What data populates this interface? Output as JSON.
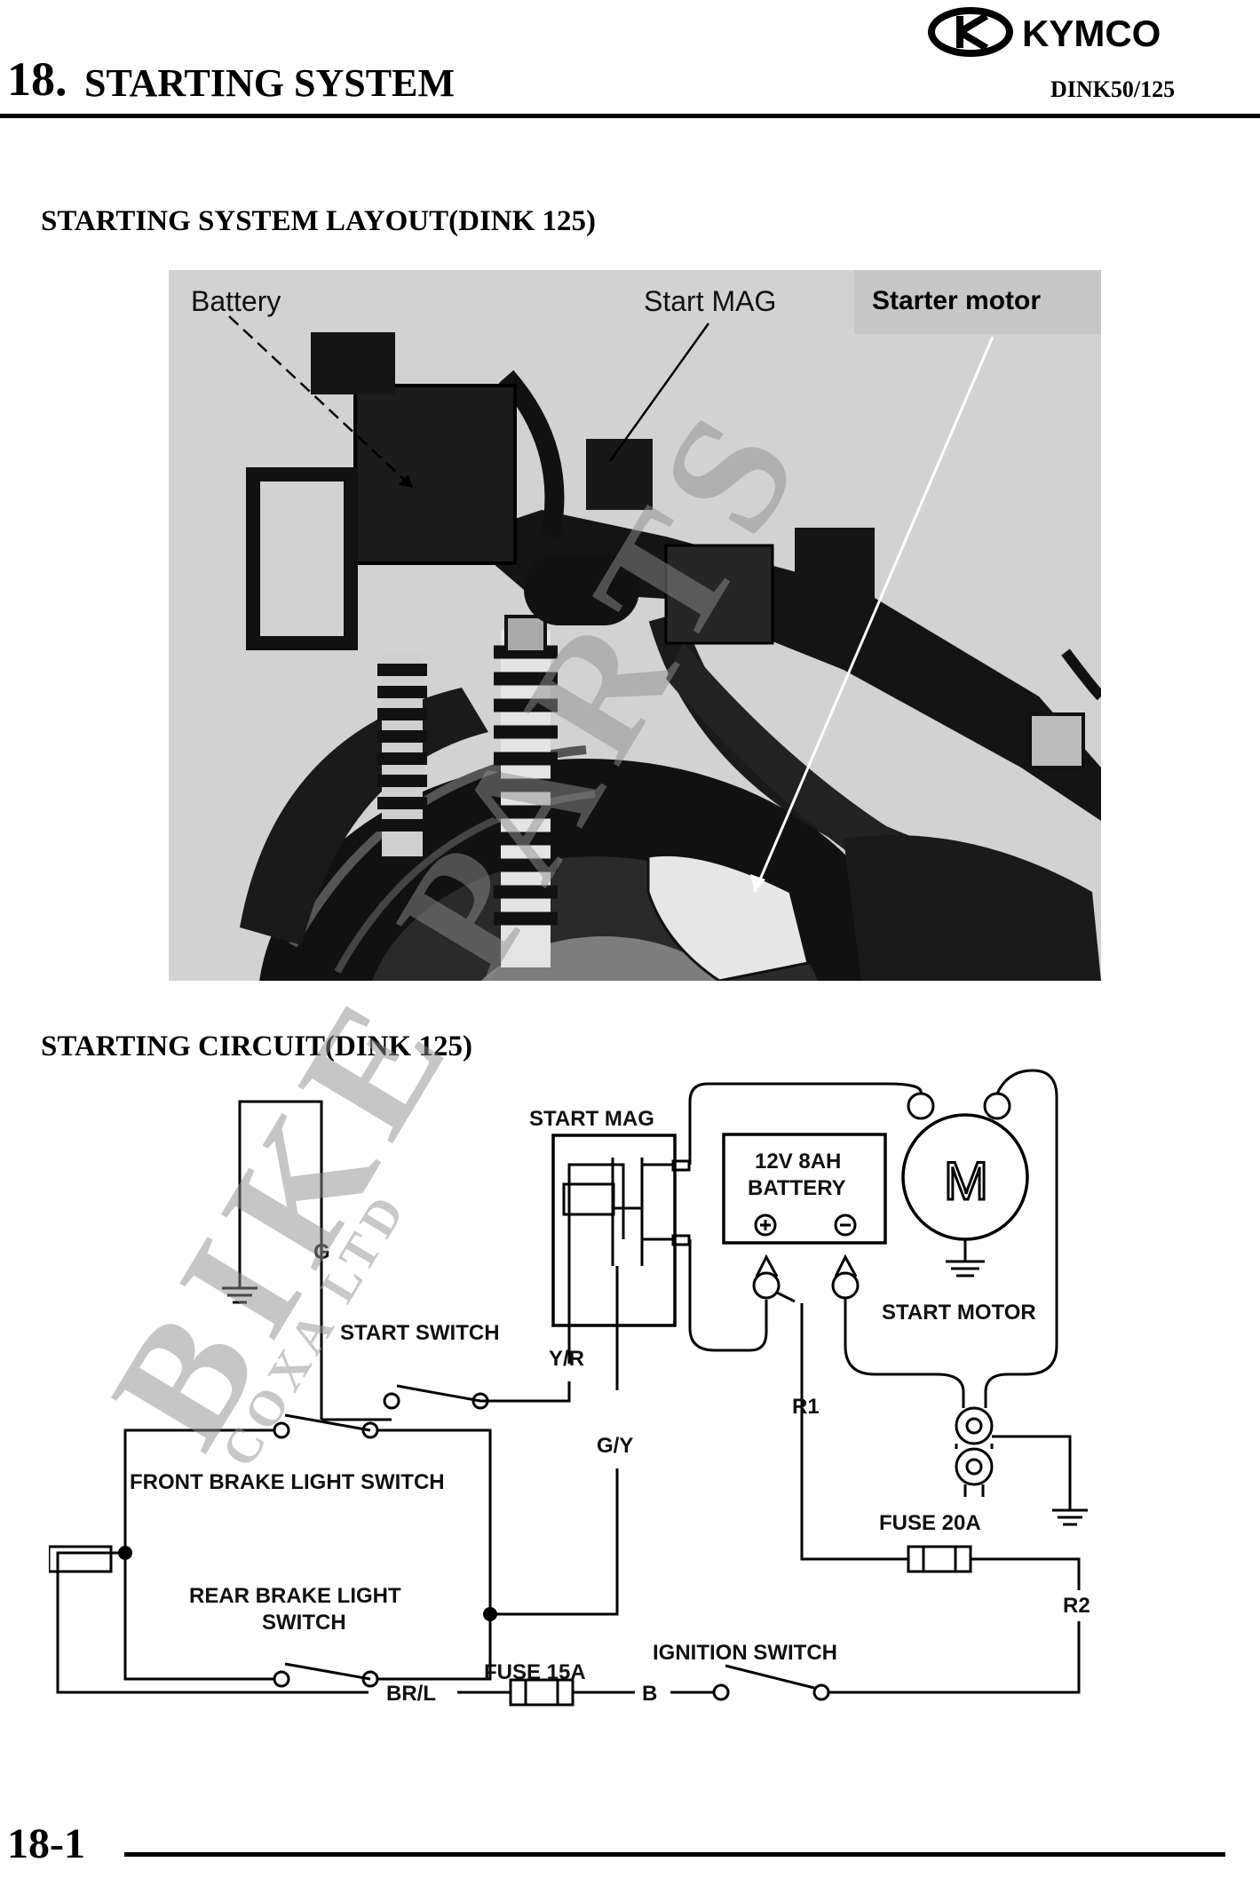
{
  "header": {
    "brand": "KYMCO",
    "chapter_number": "18.",
    "chapter_title": "STARTING SYSTEM",
    "model": "DINK50/125"
  },
  "layout_section": {
    "title": "STARTING SYSTEM LAYOUT(DINK 125)",
    "labels": {
      "battery": "Battery",
      "start_mag": "Start MAG",
      "starter_motor": "Starter motor"
    }
  },
  "circuit_section": {
    "title": "STARTING CIRCUIT(DINK 125)",
    "labels": {
      "start_mag": "START MAG",
      "battery_line1": "12V 8AH",
      "battery_line2": "BATTERY",
      "motor": "M",
      "start_motor": "START MOTOR",
      "g": "G",
      "start_switch": "START SWITCH",
      "yr": "Y/R",
      "gy": "G/Y",
      "r1": "R1",
      "front_brake": "FRONT BRAKE LIGHT SWITCH",
      "rear_brake_line1": "REAR BRAKE LIGHT",
      "rear_brake_line2": "SWITCH",
      "fuse20": "FUSE 20A",
      "r2": "R2",
      "ignition_switch": "IGNITION SWITCH",
      "fuse15": "FUSE 15A",
      "brl": "BR/L",
      "b": "B"
    }
  },
  "watermark": {
    "main": "BIKE PARTS",
    "sub": "COXA LTD"
  },
  "footer": {
    "page_number": "18-1"
  }
}
